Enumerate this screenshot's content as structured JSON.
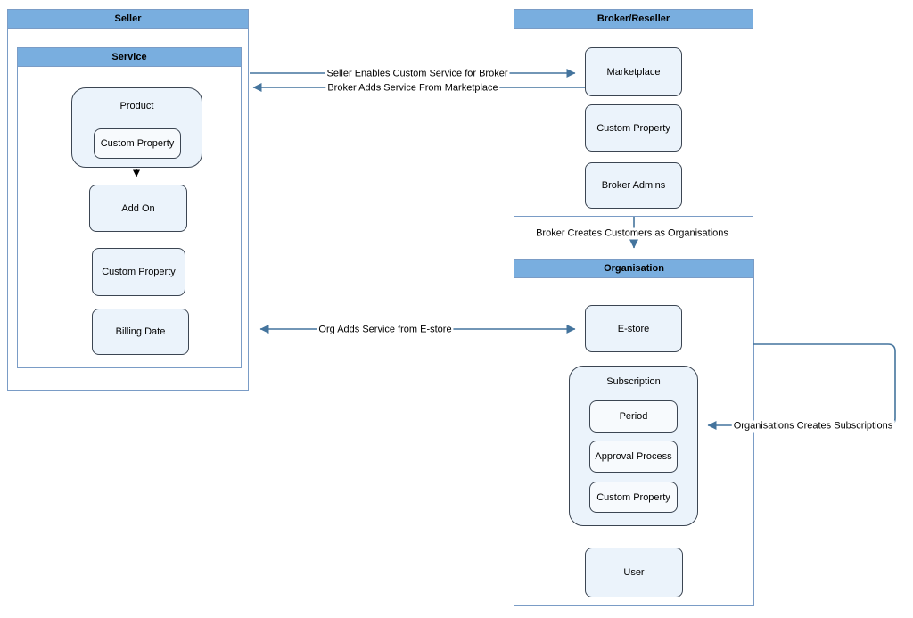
{
  "colors": {
    "header_fill": "#79AEDF",
    "container_border": "#7A9CC6",
    "node_fill": "#EBF3FB",
    "node_inner_fill": "#F7FAFD",
    "node_border": "#3B4552",
    "arrow": "#44749D",
    "black_arrow": "#000000"
  },
  "containers": {
    "seller": "Seller",
    "service": "Service",
    "broker": "Broker/Reseller",
    "organisation": "Organisation"
  },
  "nodes": {
    "product": "Product",
    "product_custom_property": "Custom Property",
    "add_on": "Add On",
    "service_custom_property": "Custom Property",
    "billing_date": "Billing Date",
    "marketplace": "Marketplace",
    "broker_custom_property": "Custom Property",
    "broker_admins": "Broker Admins",
    "e_store": "E-store",
    "subscription": "Subscription",
    "period": "Period",
    "approval_process": "Approval Process",
    "subscription_custom_property": "Custom Property",
    "user": "User"
  },
  "edges": {
    "seller_enables_broker": "Seller Enables Custom Service for Broker",
    "broker_adds_service": "Broker Adds Service From Marketplace",
    "org_adds_service": "Org Adds Service from E-store",
    "broker_creates_customers": "Broker Creates Customers as Organisations",
    "org_creates_subscriptions": "Organisations Creates Subscriptions"
  }
}
